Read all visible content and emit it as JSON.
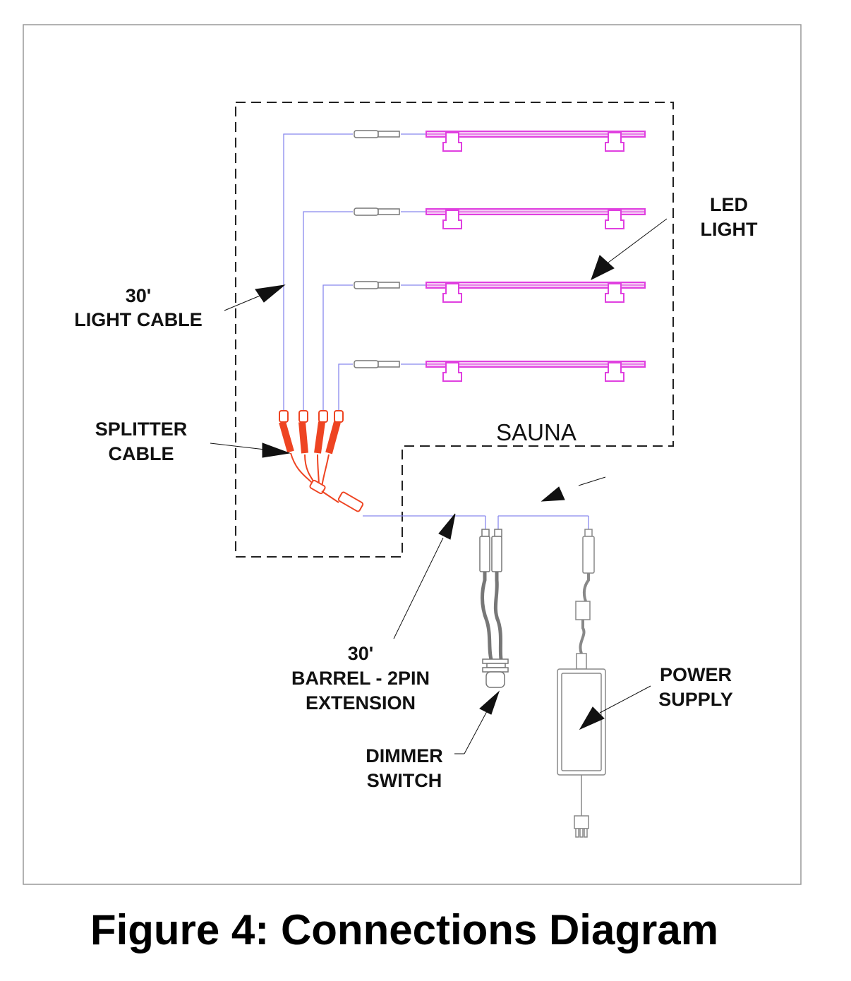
{
  "labels": {
    "light_cable_1": "30'",
    "light_cable_2": "LIGHT CABLE",
    "led_light_1": "LED",
    "led_light_2": "LIGHT",
    "splitter_1": "SPLITTER",
    "splitter_2": "CABLE",
    "sauna": "SAUNA",
    "extension_1": "30'",
    "extension_2": "BARREL - 2PIN",
    "extension_3": "EXTENSION",
    "dimmer_1": "DIMMER",
    "dimmer_2": "SWITCH",
    "power_1": "POWER",
    "power_2": "SUPPLY"
  },
  "caption": "Figure 4: Connections Diagram",
  "colors": {
    "led": "#e040e0",
    "cable": "#8888ee",
    "splitter": "#ee4422",
    "outline": "#888888",
    "ink": "#111111"
  }
}
